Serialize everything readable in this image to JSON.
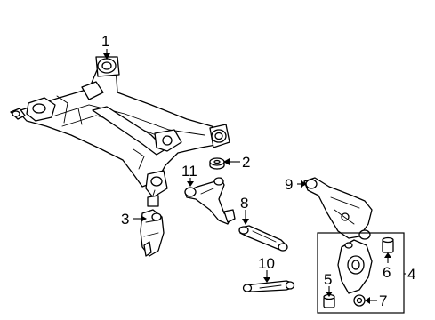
{
  "callouts": [
    {
      "id": "c1",
      "text": "1"
    },
    {
      "id": "c2",
      "text": "2"
    },
    {
      "id": "c3",
      "text": "3"
    },
    {
      "id": "c4",
      "text": "4"
    },
    {
      "id": "c5",
      "text": "5"
    },
    {
      "id": "c6",
      "text": "6"
    },
    {
      "id": "c7",
      "text": "7"
    },
    {
      "id": "c8",
      "text": "8"
    },
    {
      "id": "c9",
      "text": "9"
    },
    {
      "id": "c10",
      "text": "10"
    },
    {
      "id": "c11",
      "text": "11"
    }
  ]
}
